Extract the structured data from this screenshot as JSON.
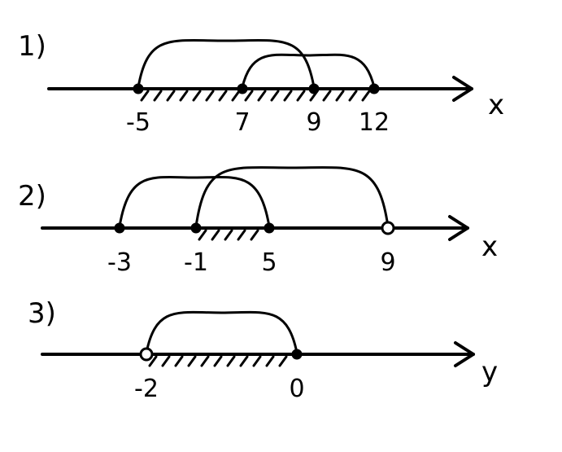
{
  "colors": {
    "ink": "#000000",
    "background": "#ffffff"
  },
  "problems": [
    {
      "label": "1)",
      "axis_variable": "x",
      "points": [
        {
          "text": "-5",
          "value": -5,
          "closed": true
        },
        {
          "text": "7",
          "value": 7,
          "closed": true
        },
        {
          "text": "9",
          "value": 9,
          "closed": true
        },
        {
          "text": "12",
          "value": 12,
          "closed": true
        }
      ],
      "arcs": [
        [
          -5,
          9
        ],
        [
          7,
          12
        ]
      ],
      "hatched": [
        -5,
        12
      ]
    },
    {
      "label": "2)",
      "axis_variable": "x",
      "points": [
        {
          "text": "-3",
          "value": -3,
          "closed": true
        },
        {
          "text": "-1",
          "value": -1,
          "closed": true
        },
        {
          "text": "5",
          "value": 5,
          "closed": true
        },
        {
          "text": "9",
          "value": 9,
          "closed": false
        }
      ],
      "arcs": [
        [
          -3,
          5
        ],
        [
          -1,
          9
        ]
      ],
      "hatched": [
        -1,
        5
      ]
    },
    {
      "label": "3)",
      "axis_variable": "y",
      "points": [
        {
          "text": "-2",
          "value": -2,
          "closed": false
        },
        {
          "text": "0",
          "value": 0,
          "closed": true
        }
      ],
      "arcs": [
        [
          -2,
          0
        ]
      ],
      "hatched": [
        -2,
        0
      ]
    }
  ]
}
